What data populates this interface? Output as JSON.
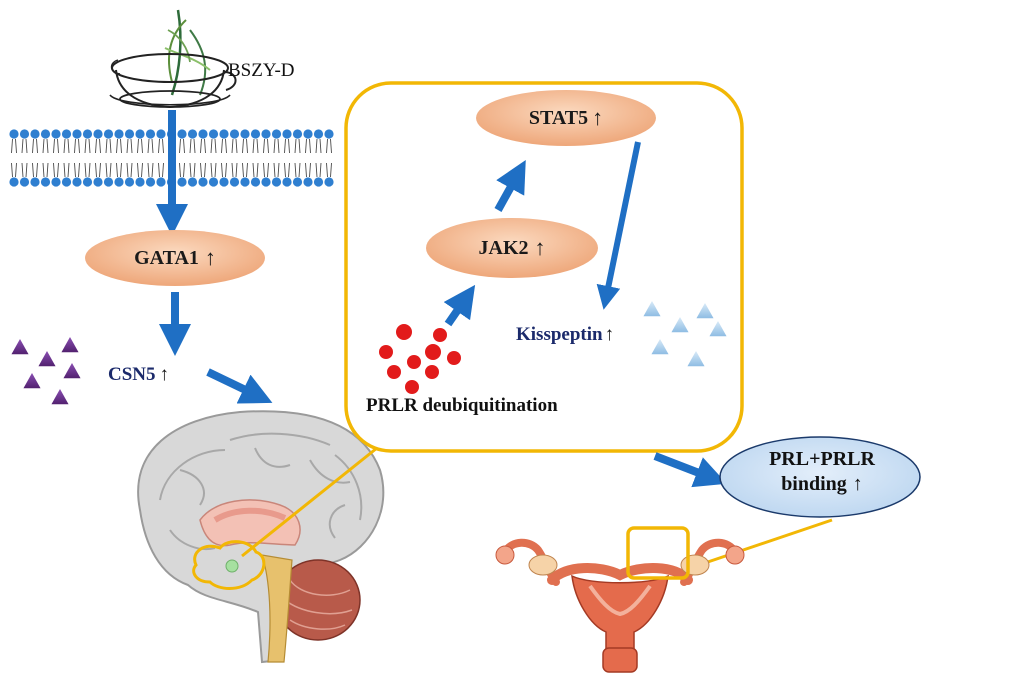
{
  "labels": {
    "herb": "BSZY-D",
    "gata1": "GATA1",
    "csn5": "CSN5",
    "jak2": "JAK2",
    "stat5": "STAT5",
    "kisspeptin": "Kisspeptin",
    "prlr_deubiq": "PRLR deubiquitination",
    "prl_prlr_line1": "PRL+PRLR",
    "prl_prlr_line2": "binding"
  },
  "colors": {
    "arrow_blue": "#1f6fc4",
    "membrane_blue": "#2f7fd0",
    "node_peach": "#f0b48c",
    "inset_border": "#f2b705",
    "text_navy": "#1b2a6b",
    "red_dot": "#e21b1b",
    "purple_triangle": "#6a2c91",
    "light_triangle": "#9cc4e4",
    "oval_blue": "#cfe3f7"
  },
  "icons": {
    "up_arrow": "up-arrow-icon",
    "herb_cup": "herb-cup-icon",
    "brain": "brain-illustration",
    "uterus": "uterus-illustration"
  }
}
